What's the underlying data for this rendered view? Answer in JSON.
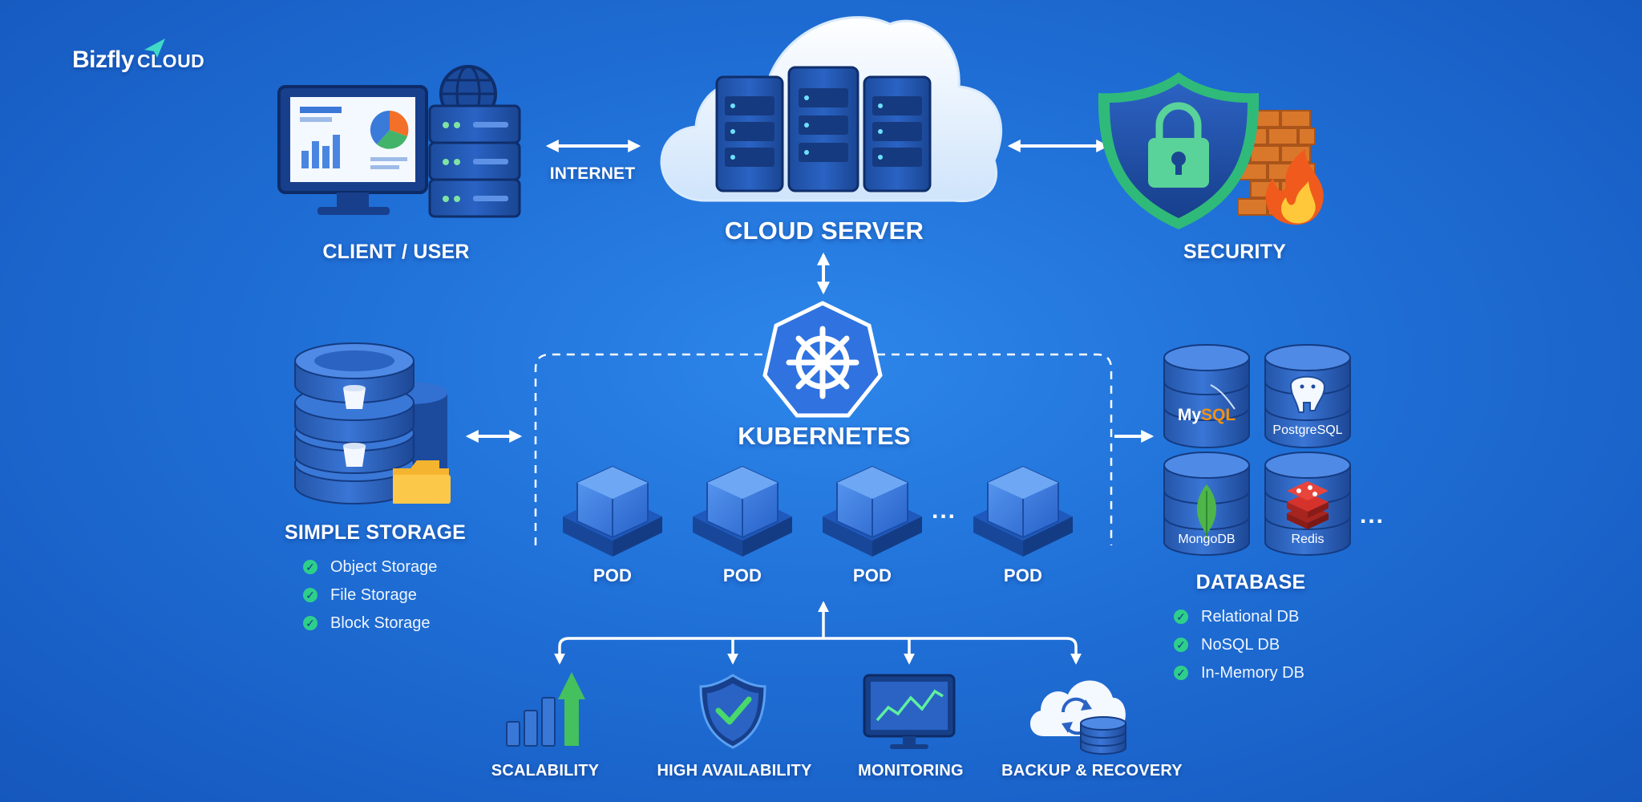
{
  "brand": {
    "name": "Bizfly",
    "suffix": "CLOUD"
  },
  "labels": {
    "client": "CLIENT / USER",
    "internet": "INTERNET",
    "cloud_server": "CLOUD SERVER",
    "security": "SECURITY",
    "kubernetes": "KUBERNETES",
    "simple_storage": "SIMPLE STORAGE",
    "database": "DATABASE"
  },
  "pods": [
    "POD",
    "POD",
    "POD",
    "POD"
  ],
  "ellipsis": "...",
  "storage_items": [
    "Object Storage",
    "File Storage",
    "Block Storage"
  ],
  "database_items": [
    "Relational DB",
    "NoSQL DB",
    "In-Memory DB"
  ],
  "databases": {
    "mysql_a": "My",
    "mysql_b": "SQL",
    "postgres": "PostgreSQL",
    "mongo": "MongoDB",
    "redis": "Redis"
  },
  "features": [
    "SCALABILITY",
    "HIGH AVAILABILITY",
    "MONITORING",
    "BACKUP & RECOVERY"
  ],
  "check_glyph": "✓",
  "colors": {
    "accent_green": "#2ecf8a",
    "panel_blue": "#1f5bb8",
    "mysql_orange": "#f29111",
    "redis_red": "#d6322c"
  }
}
